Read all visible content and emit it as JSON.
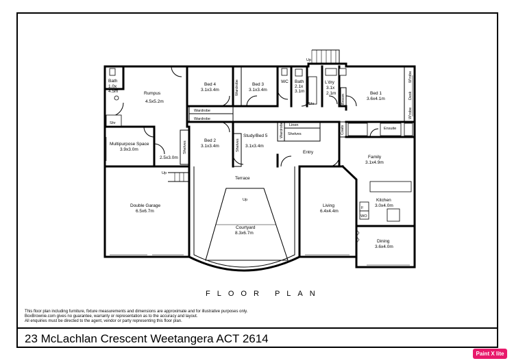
{
  "rooms": [
    {
      "id": "bath1",
      "name": "Bath",
      "dims": "1.0x",
      "dims2": "4.5m"
    },
    {
      "id": "rumpus",
      "name": "Rumpus",
      "dims": "4.5x5.2m"
    },
    {
      "id": "bed4",
      "name": "Bed 4",
      "dims": "3.1x3.4m"
    },
    {
      "id": "bed3",
      "name": "Bed 3",
      "dims": "3.1x3.4m"
    },
    {
      "id": "bath2",
      "name": "Bath",
      "dims": "2.1x",
      "dims2": "3.1m"
    },
    {
      "id": "ldry",
      "name": "L'dry",
      "dims": "3.1x",
      "dims2": "2.1m"
    },
    {
      "id": "bed1",
      "name": "Bed 1",
      "dims": "3.6x4.1m"
    },
    {
      "id": "multi",
      "name": "Multipurpose Space",
      "dims": "3.9x3.0m"
    },
    {
      "id": "store",
      "name": "",
      "dims": "2.5x3.0m"
    },
    {
      "id": "bed2",
      "name": "Bed 2",
      "dims": "3.1x3.4m"
    },
    {
      "id": "study",
      "name": "Study/Bed 5",
      "dims": "3.1x3.4m"
    },
    {
      "id": "family",
      "name": "Family",
      "dims": "3.1x4.9m"
    },
    {
      "id": "kitchen",
      "name": "Kitchen",
      "dims": "3.0x4.0m"
    },
    {
      "id": "garage",
      "name": "Double Garage",
      "dims": "6.5x6.7m"
    },
    {
      "id": "courtyard",
      "name": "Courtyard",
      "dims": "8.3x6.7m"
    },
    {
      "id": "living",
      "name": "Living",
      "dims": "6.4x4.4m"
    },
    {
      "id": "dining",
      "name": "Dining",
      "dims": "3.6x4.0m"
    }
  ],
  "labels": {
    "wc": "WC",
    "wardrobe": "Wardrobe",
    "linen": "Linen",
    "shelves": "Shelves",
    "broom": "Broom",
    "robe": "W'robe",
    "desk": "Desk",
    "coats": "Coats",
    "ensuite": "Ensuite",
    "entry": "Entry",
    "terrace": "Terrace",
    "up": "Up",
    "shr": "Shr",
    "fridge": "F",
    "wo": "WO"
  },
  "caption": "FLOOR PLAN",
  "disclaimer": [
    "This floor plan including furniture, fixture measurements and dimensions are approximate and for illustrative purposes only.",
    "BoxBrownie.com gives no guarantee, warranty or representation as to the accuracy and layout.",
    "All enquiries must be directed to the agent, vendor or party representing this floor plan."
  ],
  "address": "23 McLachlan Crescent Weetangera ACT 2614",
  "brand": "Paint X lite"
}
